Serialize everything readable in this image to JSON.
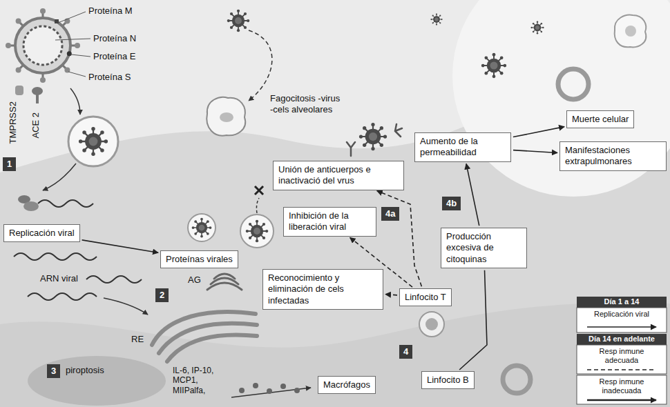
{
  "diagram": {
    "nodes": [
      {
        "text": [
          "1"
        ]
      },
      {
        "text": [
          "Fagocitosis -virus -cels alveolares"
        ]
      },
      {
        "text": [
          "Aumento de la permeabilidad"
        ]
      },
      {
        "text": [
          "Muerte celular"
        ]
      },
      {
        "text": [
          "Manifestaciones extrapulmonares"
        ]
      },
      {
        "text": [
          "Unión de anticuerpos e inactivació del vrus"
        ]
      },
      {
        "text": [
          "4b"
        ]
      },
      {
        "text": [
          "Inhibición de la liberación viral"
        ]
      },
      {
        "text": [
          "4a"
        ]
      },
      {
        "text": [
          "Replicación viral"
        ]
      },
      {
        "text": [
          "Producción excesiva de citoquinas"
        ]
      },
      {
        "text": [
          "Proteínas virales"
        ]
      },
      {
        "text": [
          "Reconocimiento y eliminación de cels infectadas"
        ]
      },
      {
        "text": [
          "2"
        ]
      },
      {
        "text": [
          "Linfocito T"
        ]
      },
      {
        "text": [
          "4"
        ]
      },
      {
        "text": [
          "3"
        ]
      },
      {
        "text": [
          "Macrófagos"
        ]
      },
      {
        "text": [
          "Linfocito B"
        ]
      }
    ],
    "edges": [
      {
        "from": 9,
        "to": 11,
        "arrow": "to"
      },
      {
        "from": 14,
        "to": 12,
        "arrow": "to"
      },
      {
        "from": 14,
        "to": 7,
        "arrow": "to"
      },
      {
        "from": 14,
        "to": 5,
        "arrow": "to"
      },
      {
        "from": 18,
        "to": 10,
        "arrow": "none"
      },
      {
        "from": 10,
        "to": 2,
        "arrow": "to"
      },
      {
        "from": 2,
        "to": 3,
        "arrow": "to"
      },
      {
        "from": 2,
        "to": 4,
        "arrow": "to"
      }
    ],
    "labels": [
      "Proteína M",
      "Proteína N",
      "Proteína E",
      "Proteína S",
      "TMPRSS2",
      "ACE 2",
      "ARN viral",
      "AG",
      "RE",
      "piroptosis",
      "IL-6, IP-10, MCP1, MIIPalfa,",
      "Día 1 a 14",
      "Día 14 en adelante"
    ],
    "legend": [
      {
        "text": "Replicación viral"
      },
      {
        "text": "Resp inmune adecuada"
      },
      {
        "text": "Resp inmune inadecuada"
      }
    ]
  }
}
